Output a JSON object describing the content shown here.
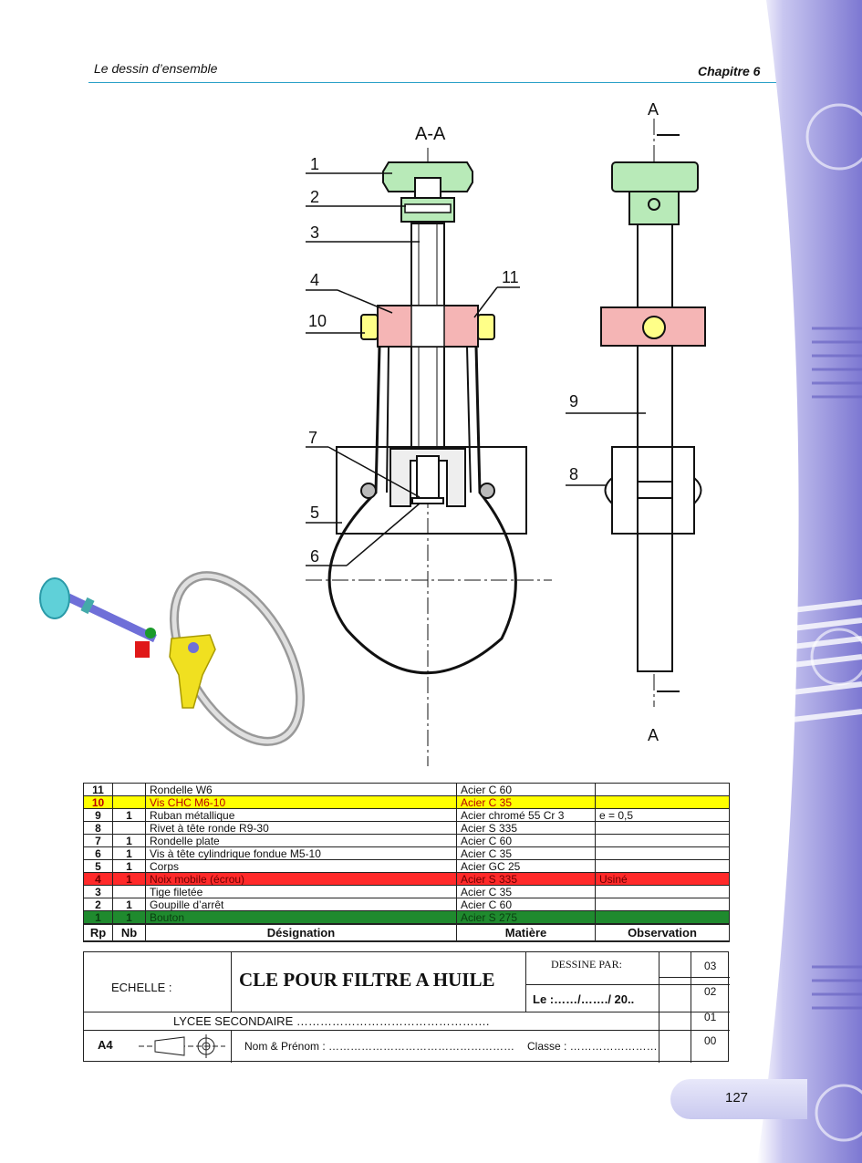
{
  "header": {
    "left": "Le dessin d’ensemble",
    "right": "Chapitre 6"
  },
  "drawing": {
    "section_title": "A-A",
    "section_marker": "A",
    "callouts": [
      "1",
      "2",
      "3",
      "4",
      "11",
      "10",
      "7",
      "5",
      "6",
      "9",
      "8"
    ]
  },
  "bom": {
    "rows": [
      {
        "rp": "11",
        "nb": "",
        "designation": "Rondelle W6",
        "matiere": "Acier  C 60",
        "observation": "",
        "style": "plain"
      },
      {
        "rp": "10",
        "nb": "",
        "designation": "Vis CHC M6-10",
        "matiere": "Acier  C 35",
        "observation": "",
        "style": "yellow"
      },
      {
        "rp": "9",
        "nb": "1",
        "designation": "Ruban métallique",
        "matiere": "Acier chromé  55 Cr 3",
        "observation": "e = 0,5",
        "style": "plain"
      },
      {
        "rp": "8",
        "nb": "",
        "designation": "Rivet à tête ronde R9-30",
        "matiere": "Acier  S 335",
        "observation": "",
        "style": "plain"
      },
      {
        "rp": "7",
        "nb": "1",
        "designation": "Rondelle plate",
        "matiere": "Acier  C 60",
        "observation": "",
        "style": "plain"
      },
      {
        "rp": "6",
        "nb": "1",
        "designation": "Vis à tête cylindrique fondue M5-10",
        "matiere": "Acier  C 35",
        "observation": "",
        "style": "plain"
      },
      {
        "rp": "5",
        "nb": "1",
        "designation": "Corps",
        "matiere": "Acier  GC 25",
        "observation": "",
        "style": "plain"
      },
      {
        "rp": "4",
        "nb": "1",
        "designation": "Noix mobile (écrou)",
        "matiere": "Acier  S 335",
        "observation": "Usiné",
        "style": "red"
      },
      {
        "rp": "3",
        "nb": "",
        "designation": "Tige filetée",
        "matiere": "Acier  C 35",
        "observation": "",
        "style": "plain"
      },
      {
        "rp": "2",
        "nb": "1",
        "designation": "Goupille d’arrêt",
        "matiere": "Acier  C 60",
        "observation": "",
        "style": "plain"
      },
      {
        "rp": "1",
        "nb": "1",
        "designation": "Bouton",
        "matiere": "Acier  S 275",
        "observation": "",
        "style": "green"
      }
    ],
    "headers": {
      "rp": "Rp",
      "nb": "Nb",
      "designation": "Désignation",
      "matiere": "Matière",
      "observation": "Observation"
    }
  },
  "title_block": {
    "echelle": "ECHELLE :",
    "title": "CLE POUR FILTRE A HUILE",
    "dessine_par": "DESSINE  PAR:",
    "le": "Le :……/……./ 20..",
    "lycee": "LYCEE SECONDAIRE ………………………………………….",
    "format": "A4",
    "nom": "Nom & Prénom : ……………………………………………",
    "classe": "Classe : ……………………",
    "revs": [
      "03",
      "02",
      "01",
      "00"
    ]
  },
  "page_number": "127"
}
